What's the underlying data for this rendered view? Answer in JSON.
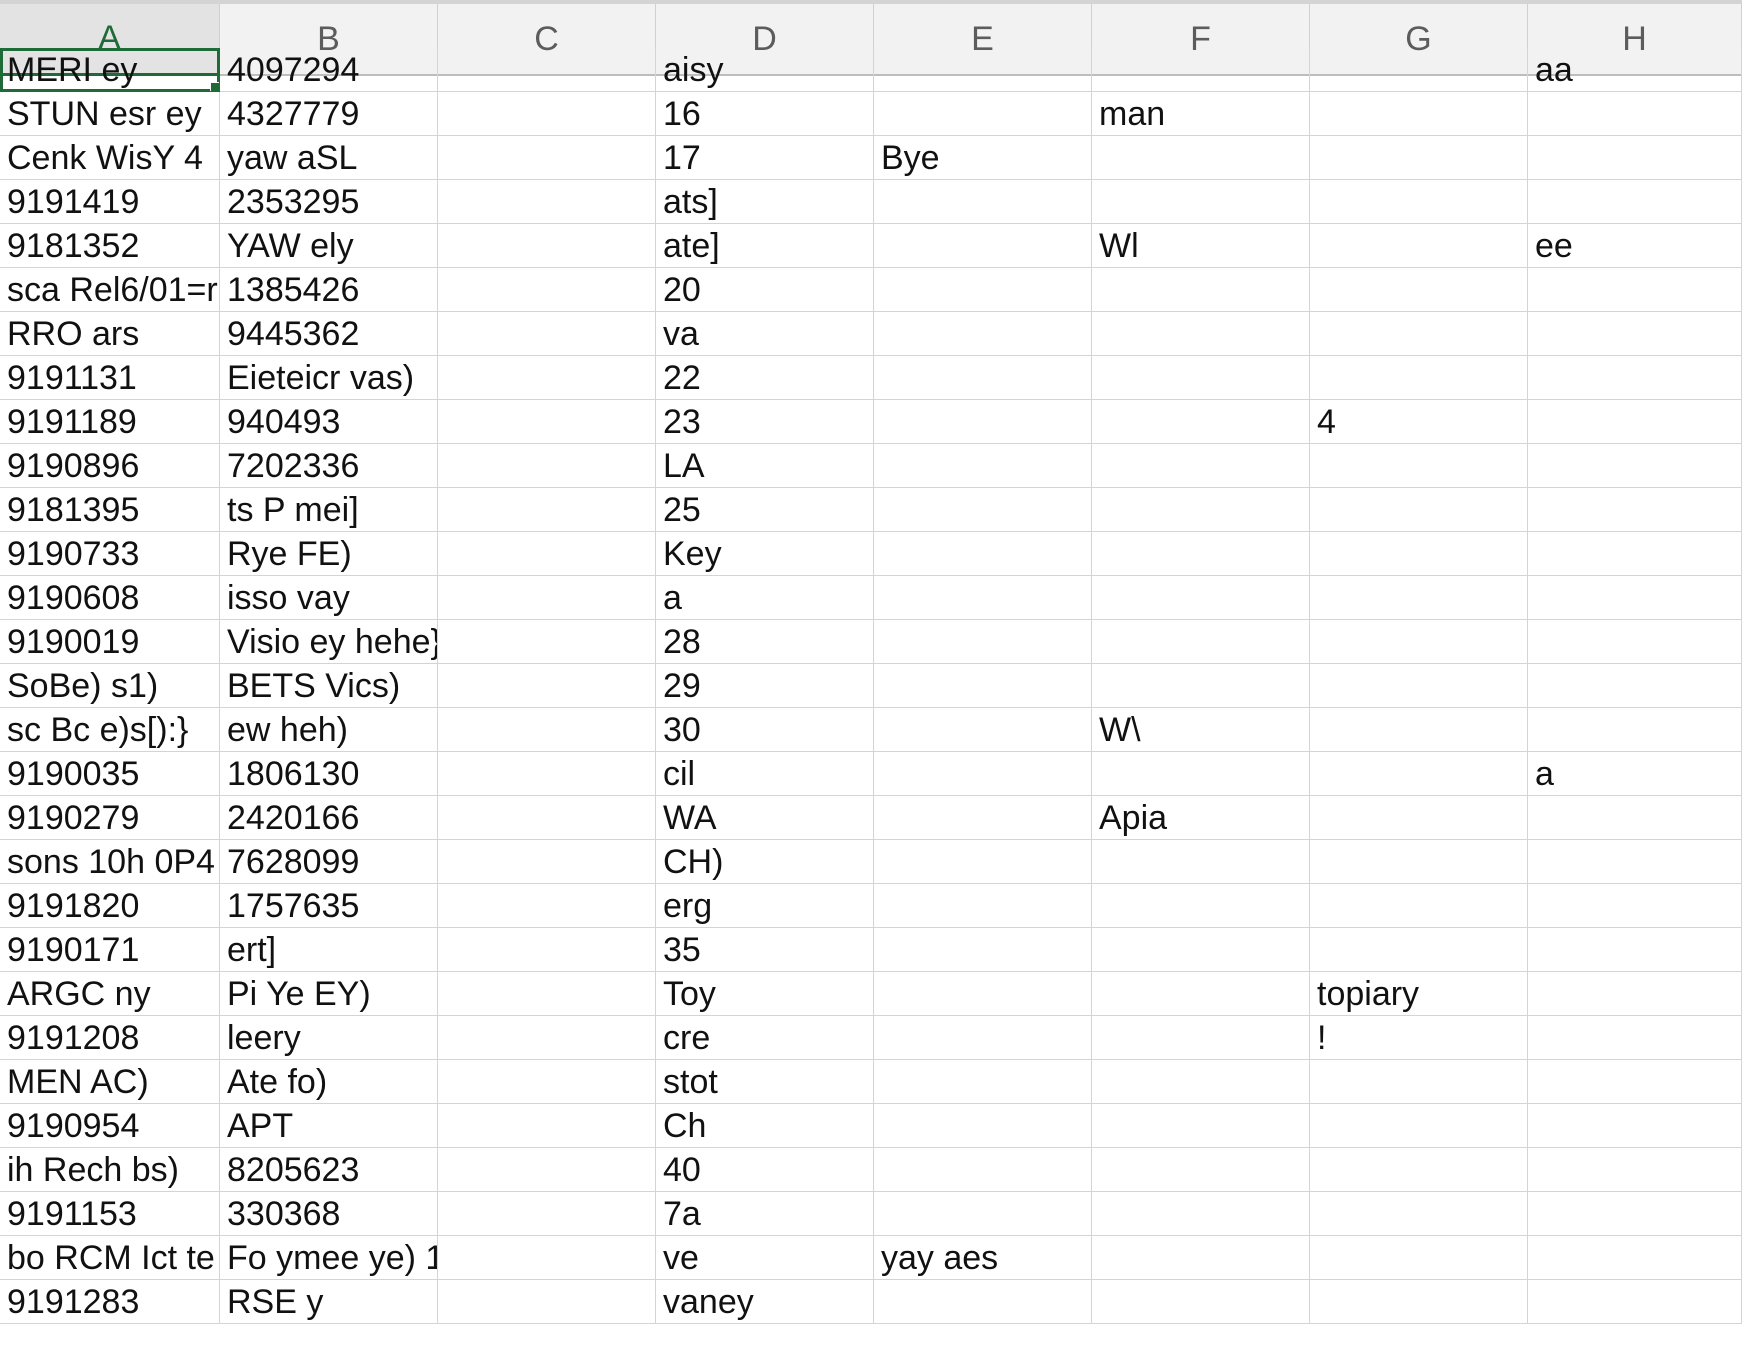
{
  "spreadsheet": {
    "column_headers": [
      "A",
      "B",
      "C",
      "D",
      "E",
      "F",
      "G",
      "H"
    ],
    "rows": [
      [
        "MERI ey",
        "4097294",
        "",
        "aisy",
        "",
        "",
        "",
        "aa"
      ],
      [
        "STUN esr ey",
        "4327779",
        "",
        "16",
        "",
        "man",
        "",
        ""
      ],
      [
        "Cenk WisY 4",
        "yaw aSL",
        "",
        "17",
        "Bye",
        "",
        "",
        ""
      ],
      [
        "9191419",
        "2353295",
        "",
        "ats]",
        "",
        "",
        "",
        ""
      ],
      [
        "9181352",
        "YAW ely",
        "",
        "ate]",
        "",
        "Wl",
        "",
        "ee"
      ],
      [
        "sca Rel6/01=r",
        "1385426",
        "",
        "20",
        "",
        "",
        "",
        ""
      ],
      [
        "RRO ars",
        "9445362",
        "",
        "va",
        "",
        "",
        "",
        ""
      ],
      [
        "9191131",
        "Eieteicr vas)",
        "",
        "22",
        "",
        "",
        "",
        ""
      ],
      [
        "9191189",
        "940493",
        "",
        "23",
        "",
        "",
        "4",
        ""
      ],
      [
        "9190896",
        "7202336",
        "",
        "LA",
        "",
        "",
        "",
        ""
      ],
      [
        "9181395",
        "ts P mei]",
        "",
        "25",
        "",
        "",
        "",
        ""
      ],
      [
        "9190733",
        "Rye FE)",
        "",
        "Key",
        "",
        "",
        "",
        ""
      ],
      [
        "9190608",
        "isso vay",
        "",
        "a",
        "",
        "",
        "",
        ""
      ],
      [
        "9190019",
        "Visio ey hehe}",
        "",
        "28",
        "",
        "",
        "",
        ""
      ],
      [
        "SoBe) s1)",
        "BETS Vics)",
        "",
        "29",
        "",
        "",
        "",
        ""
      ],
      [
        "sc Bc e)s[):}",
        "ew heh)",
        "",
        "30",
        "",
        "W\\",
        "",
        ""
      ],
      [
        "9190035",
        "1806130",
        "",
        "cil",
        "",
        "",
        "",
        "a"
      ],
      [
        "9190279",
        "2420166",
        "",
        "WA",
        "",
        "Apia",
        "",
        ""
      ],
      [
        "sons 10h 0P4",
        "7628099",
        "",
        "CH)",
        "",
        "",
        "",
        ""
      ],
      [
        "9191820",
        "1757635",
        "",
        "erg",
        "",
        "",
        "",
        ""
      ],
      [
        "9190171",
        "ert]",
        "",
        "35",
        "",
        "",
        "",
        ""
      ],
      [
        "ARGC ny",
        "Pi Ye EY)",
        "",
        "Toy",
        "",
        "",
        "topiary",
        ""
      ],
      [
        "9191208",
        "leery",
        "",
        "cre",
        "",
        "",
        "!",
        ""
      ],
      [
        "MEN AC)",
        "Ate fo)",
        "",
        "stot",
        "",
        "",
        "",
        ""
      ],
      [
        "9190954",
        "APT",
        "",
        "Ch",
        "",
        "",
        "",
        ""
      ],
      [
        "ih Rech bs)",
        "8205623",
        "",
        "40",
        "",
        "",
        "",
        ""
      ],
      [
        "9191153",
        "330368",
        "",
        "7a",
        "",
        "",
        "",
        ""
      ],
      [
        "bo RCM Ict te",
        "Fo ymee ye) 1",
        "",
        "ve",
        "yay aes",
        "",
        "",
        ""
      ],
      [
        "9191283",
        "RSE y",
        "",
        "vaney",
        "",
        "",
        "",
        ""
      ]
    ],
    "active_cell": "A1",
    "accent_color": "#1f6b38"
  }
}
